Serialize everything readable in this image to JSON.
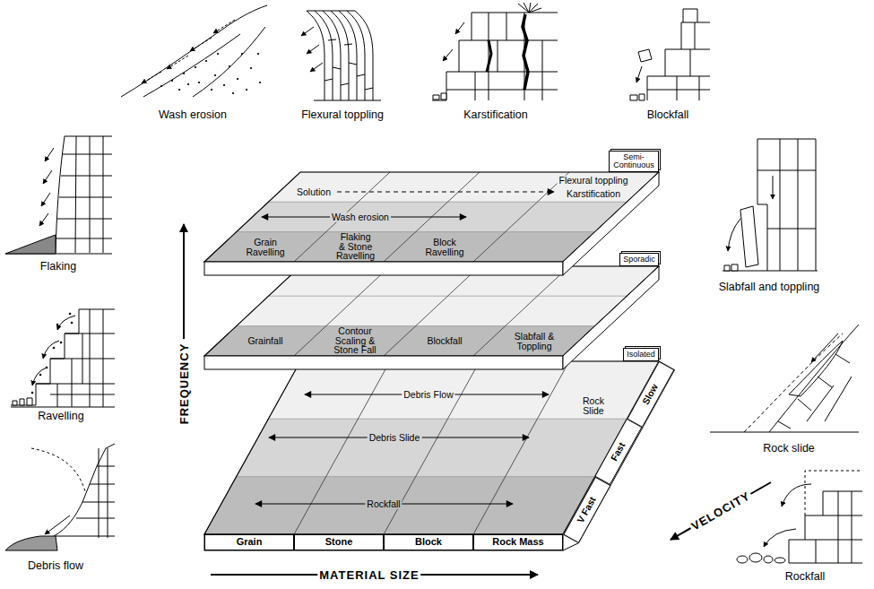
{
  "diagram": {
    "nodes": [
      {
        "text": [
          "Semi-Continuous"
        ]
      },
      {
        "text": [
          "Sporadic"
        ]
      },
      {
        "text": [
          "Isolated"
        ]
      },
      {
        "text": [
          "Grain"
        ]
      },
      {
        "text": [
          "Stone"
        ]
      },
      {
        "text": [
          "Block"
        ]
      },
      {
        "text": [
          "Rock Mass"
        ]
      },
      {
        "text": [
          "V Fast"
        ]
      },
      {
        "text": [
          "Fast"
        ]
      },
      {
        "text": [
          "Slow"
        ]
      }
    ],
    "labels": [
      "Wash erosion",
      "Flexural toppling",
      "Karstification",
      "Blockfall",
      "Flaking",
      "Slabfall and toppling",
      "Ravelling",
      "Rock slide",
      "Debris flow",
      "Rockfall",
      "Solution",
      "Flexural toppling",
      "Karstification",
      "Wash erosion",
      "Grain Ravelling",
      "Flaking & Stone Ravelling",
      "Block Ravelling",
      "Grainfall",
      "Contour Scaling & Stone Fall",
      "Blockfall",
      "Slabfall & Toppling",
      "Debris Flow",
      "Rock Slide",
      "Debris Slide",
      "Rockfall",
      "FREQUENCY",
      "MATERIAL SIZE",
      "VELOCITY"
    ]
  }
}
